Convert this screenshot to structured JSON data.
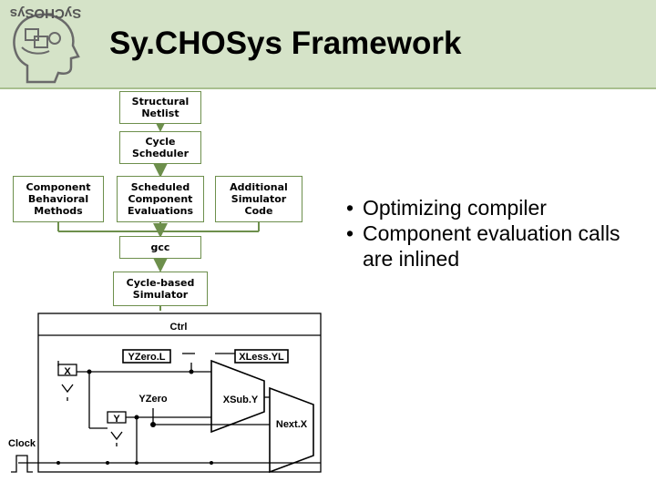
{
  "title": "Sy.CHOSys Framework",
  "logo": {
    "text": "SyCHOSys",
    "icon": "head-logo-icon"
  },
  "flow": {
    "structural_netlist": "Structural\nNetlist",
    "cycle_scheduler": "Cycle\nScheduler",
    "component_behavioral_methods": "Component\nBehavioral\nMethods",
    "scheduled_component_evaluations": "Scheduled\nComponent\nEvaluations",
    "additional_simulator_code": "Additional\nSimulator\nCode",
    "gcc": "gcc",
    "cycle_based_simulator": "Cycle-based\nSimulator"
  },
  "circuit": {
    "ctrl": "Ctrl",
    "yzerol": "YZero.L",
    "xlessyl": "XLess.YL",
    "x": "X",
    "yzero": "YZero",
    "xsuby": "XSub.Y",
    "y": "Y",
    "nextx": "Next.X",
    "clock": "Clock"
  },
  "bullets": [
    "Optimizing compiler",
    "Component evaluation calls are inlined"
  ],
  "colors": {
    "header_bg": "#d5e3c8",
    "box_border": "#6d8f4c",
    "arrow": "#6d8f4c"
  }
}
